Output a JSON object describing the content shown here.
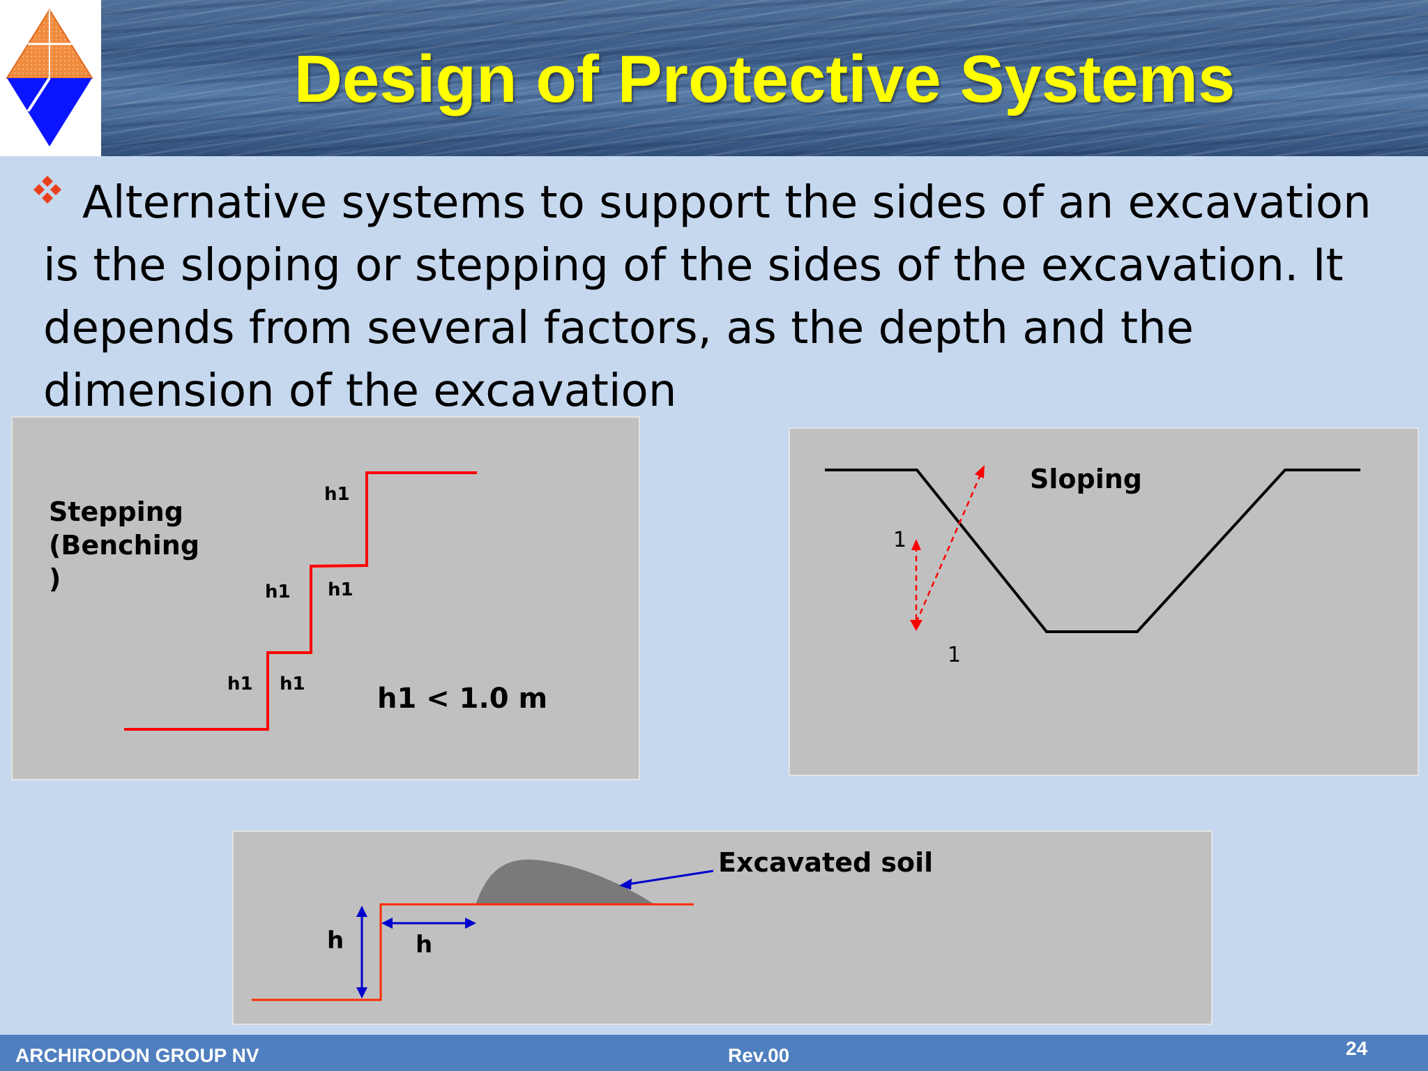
{
  "slide": {
    "title": "Design of Protective Systems",
    "bullet_text": "Alternative systems to support the sides of an excavation is the sloping or stepping of the sides of the excavation. It depends from several factors, as the depth and the dimension of the excavation"
  },
  "stepping_figure": {
    "title_line1": "Stepping",
    "title_line2": "(Benching",
    "title_line3": ")",
    "step_label": "h1",
    "condition": "h1 < 1.0 m"
  },
  "sloping_figure": {
    "title": "Sloping",
    "ratio_vertical": "1",
    "ratio_horizontal": "1"
  },
  "soil_figure": {
    "callout": "Excavated soil",
    "height_label": "h",
    "distance_label": "h"
  },
  "footer": {
    "company": "ARCHIRODON GROUP NV",
    "revision": "Rev.00",
    "page_number": "24"
  },
  "colors": {
    "title": "#ffff00",
    "step_line": "#ff0000",
    "arrow_blue": "#0000cc",
    "soil_mound": "#7a7a7a",
    "footer_bar": "#4f7fbf"
  }
}
